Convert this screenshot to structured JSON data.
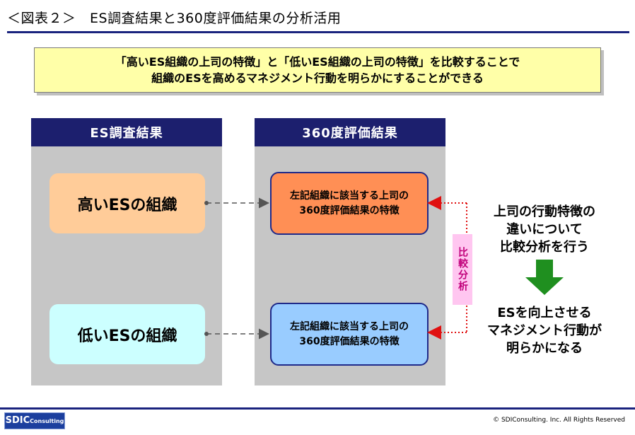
{
  "title": "＜図表２＞　ES調査結果と360度評価結果の分析活用",
  "summary": {
    "line1": "「高いES組織の上司の特徴」と「低いES組織の上司の特徴」を比較することで",
    "line2": "組織のESを高めるマネジメント行動を明らかにすることができる"
  },
  "columns": {
    "left_header": "ES調査結果",
    "right_header": "360度評価結果"
  },
  "orgs": {
    "high": "高いESの組織",
    "low": "低いESの組織"
  },
  "eval": {
    "line1": "左記組織に該当する上司の",
    "line2": "360度評価結果の特徴"
  },
  "compare_label": "比較分析",
  "right": {
    "top_line1": "上司の行動特徴の",
    "top_line2": "違いについて",
    "top_line3": "比較分析を行う",
    "bottom_line1": "ESを向上させる",
    "bottom_line2": "マネジメント行動が",
    "bottom_line3": "明らかになる"
  },
  "footer": {
    "logo_main": "SDIC",
    "logo_sub": "onsulting",
    "copyright": "© SDIConsulting. Inc. All Rights Reserved"
  },
  "colors": {
    "navy": "#1c1f6e",
    "high_org": "#ffcc99",
    "low_org": "#ccffff",
    "high_eval": "#ff8f55",
    "low_eval": "#99ccff",
    "arrow_green": "#1f8f1f",
    "dotted_red": "#e01010"
  }
}
